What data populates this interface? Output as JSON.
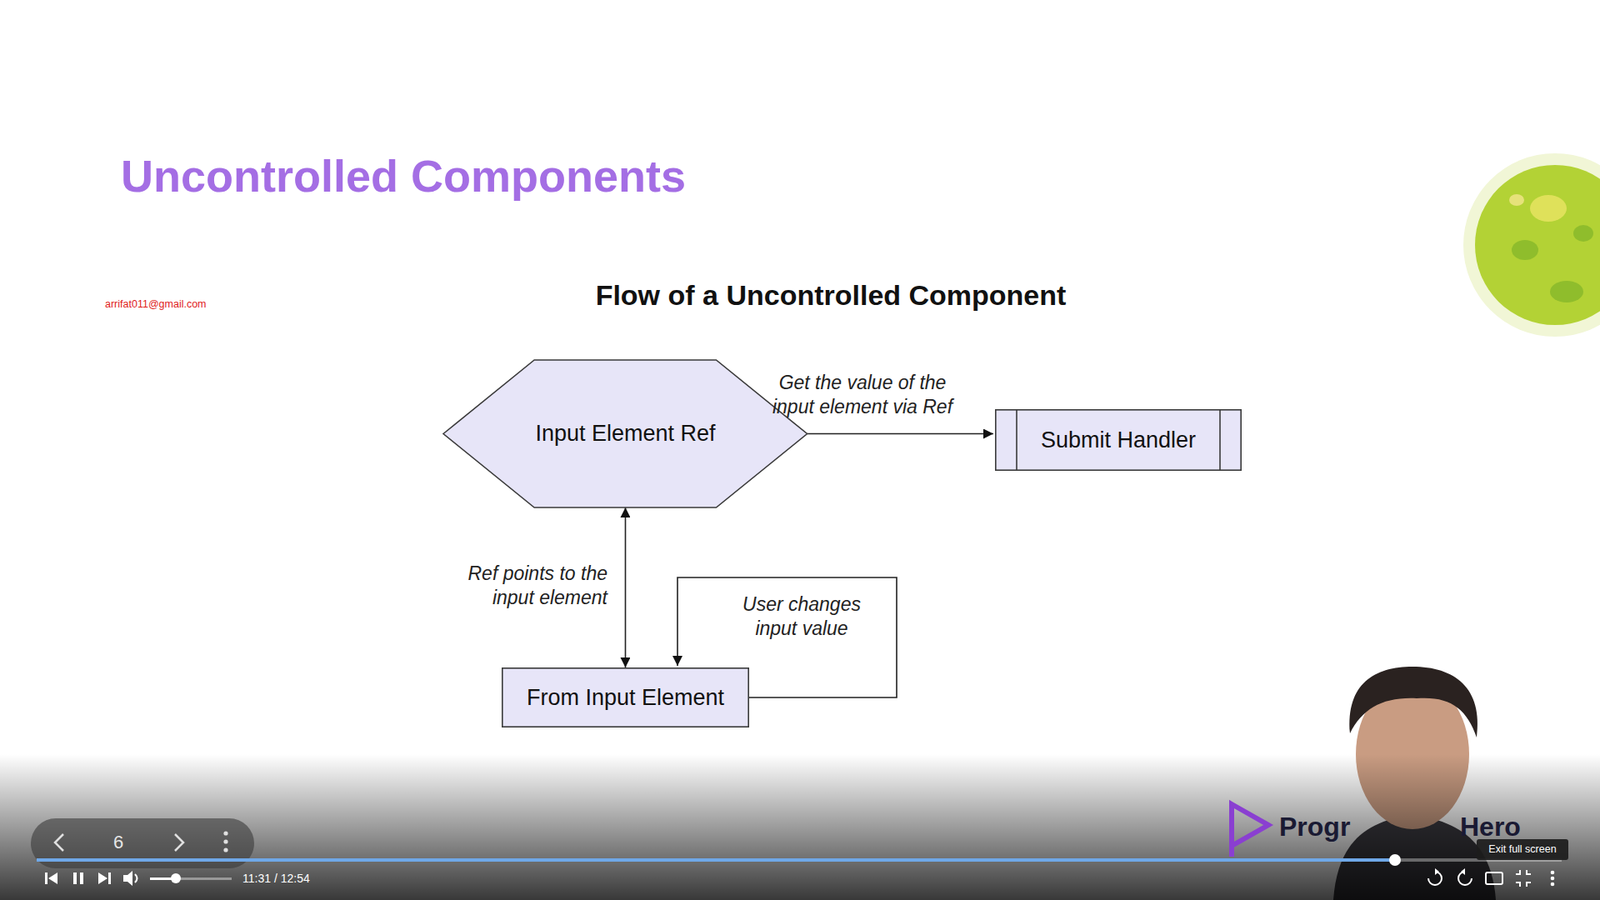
{
  "diagram": {
    "title": "Uncontrolled Components",
    "caption": "Flow of a Uncontrolled Component",
    "nodes": [
      {
        "text": [
          "Input Element Ref"
        ]
      },
      {
        "text": [
          "Submit Handler"
        ]
      },
      {
        "text": [
          "From Input Element"
        ]
      }
    ],
    "edges": [
      {
        "from": 0,
        "to": 1,
        "label": "Get the value of the input element via Ref",
        "arrow": "to"
      },
      {
        "from": 0,
        "to": 2,
        "label": "Ref points to the input element",
        "arrow": "both"
      },
      {
        "from": 2,
        "to": 2,
        "label": "User changes input value",
        "arrow": "to"
      }
    ],
    "labels": [
      "arrifat011@gmail.com",
      "6",
      "11:31 / 12:54",
      "Exit full screen",
      "Progr",
      "Hero"
    ]
  }
}
